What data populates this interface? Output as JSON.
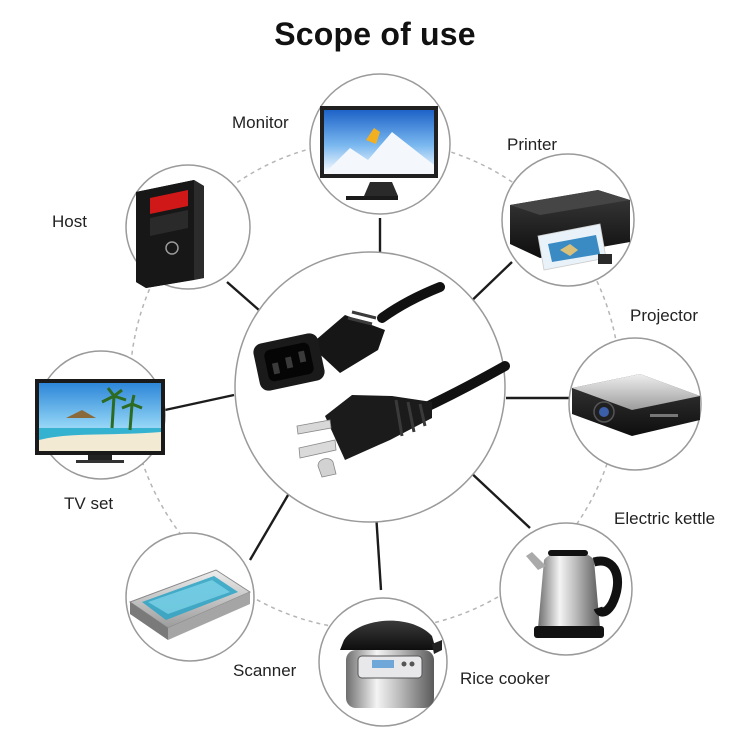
{
  "title": "Scope of use",
  "colors": {
    "ring": "#b5b5b5",
    "connector": "#1c1c1c",
    "circle_border": "#9a9a9a"
  },
  "center": {
    "icon": "power-cord-icon"
  },
  "devices": [
    {
      "id": "monitor",
      "label": "Monitor",
      "icon": "monitor-icon"
    },
    {
      "id": "printer",
      "label": "Printer",
      "icon": "printer-icon"
    },
    {
      "id": "host",
      "label": "Host",
      "icon": "computer-tower-icon"
    },
    {
      "id": "projector",
      "label": "Projector",
      "icon": "projector-icon"
    },
    {
      "id": "tv",
      "label": "TV set",
      "icon": "tv-icon"
    },
    {
      "id": "kettle",
      "label": "Electric kettle",
      "icon": "kettle-icon"
    },
    {
      "id": "scanner",
      "label": "Scanner",
      "icon": "scanner-icon"
    },
    {
      "id": "rice-cooker",
      "label": "Rice cooker",
      "icon": "rice-cooker-icon"
    }
  ]
}
